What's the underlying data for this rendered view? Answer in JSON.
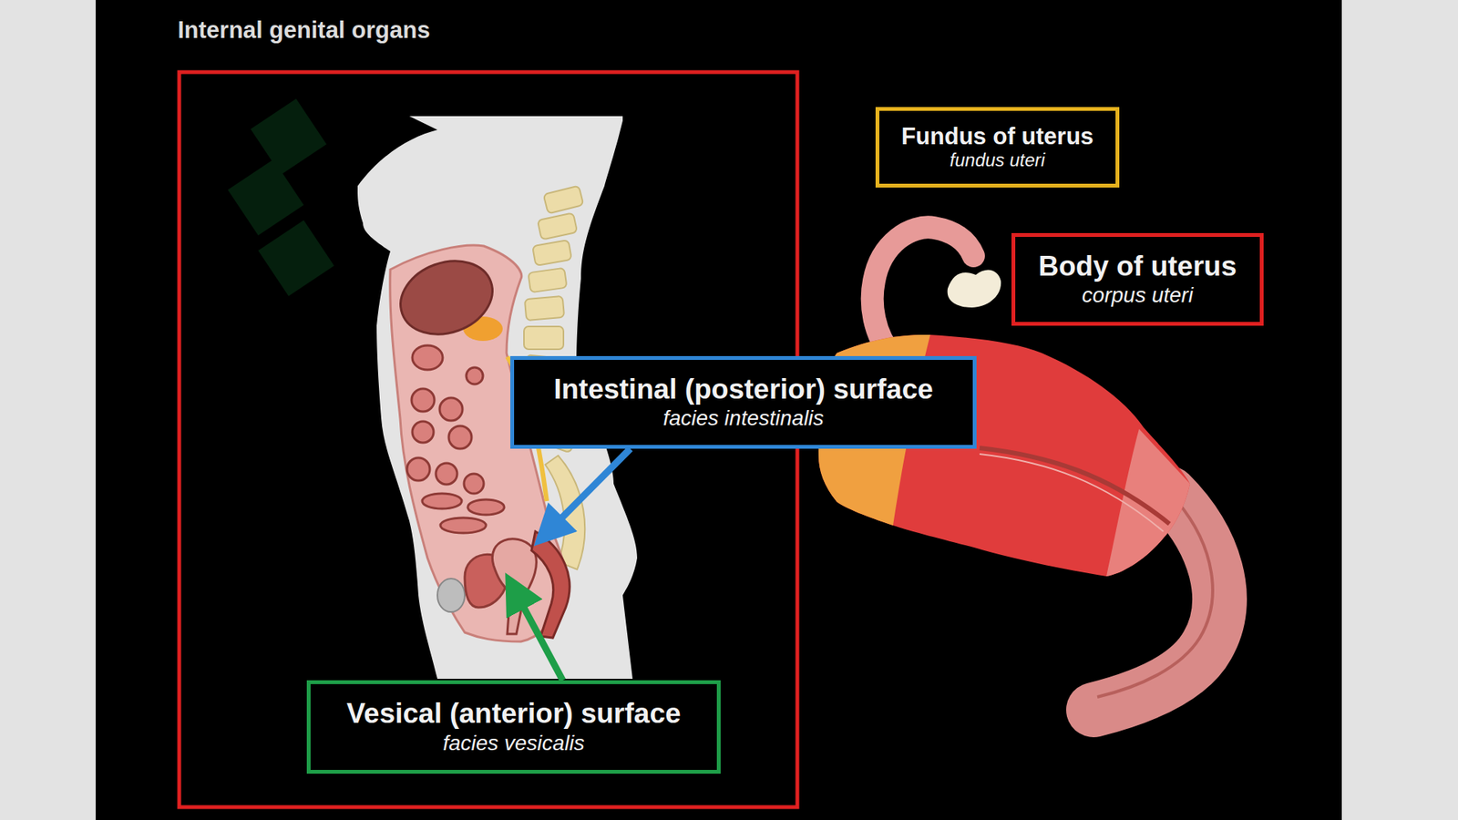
{
  "diagram": {
    "title": "Internal genital organs",
    "nodes": [
      {
        "text": [
          "Fundus of uterus",
          "fundus uteri"
        ]
      },
      {
        "text": [
          "Body of uterus",
          "corpus uteri"
        ]
      },
      {
        "text": [
          "Intestinal (posterior) surface",
          "facies intestinalis"
        ]
      },
      {
        "text": [
          "Vesical (anterior) surface",
          "facies vesicalis"
        ]
      }
    ]
  }
}
